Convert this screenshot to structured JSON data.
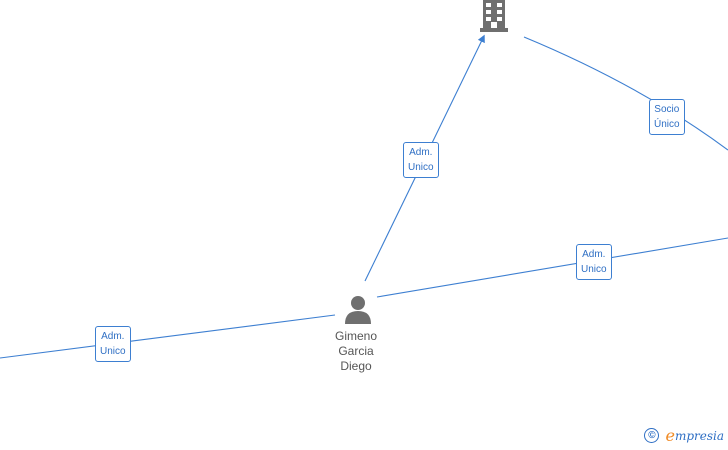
{
  "nodes": {
    "company": {
      "icon": "building-icon"
    },
    "person": {
      "icon": "person-icon",
      "name_lines": [
        "Gimeno",
        "Garcia",
        "Diego"
      ]
    }
  },
  "edges": [
    {
      "id": "adm-left",
      "label_lines": [
        "Adm.",
        "Unico"
      ]
    },
    {
      "id": "adm-company",
      "label_lines": [
        "Adm.",
        "Unico"
      ]
    },
    {
      "id": "adm-right",
      "label_lines": [
        "Adm.",
        "Unico"
      ]
    },
    {
      "id": "socio-unico",
      "label_lines": [
        "Socio",
        "Único"
      ]
    }
  ],
  "colors": {
    "edge": "#3d7fd1",
    "icon": "#6f6f6f",
    "brand_accent": "#f08a24"
  },
  "branding": {
    "copyright": "©",
    "initial": "e",
    "name": "mpresia"
  }
}
